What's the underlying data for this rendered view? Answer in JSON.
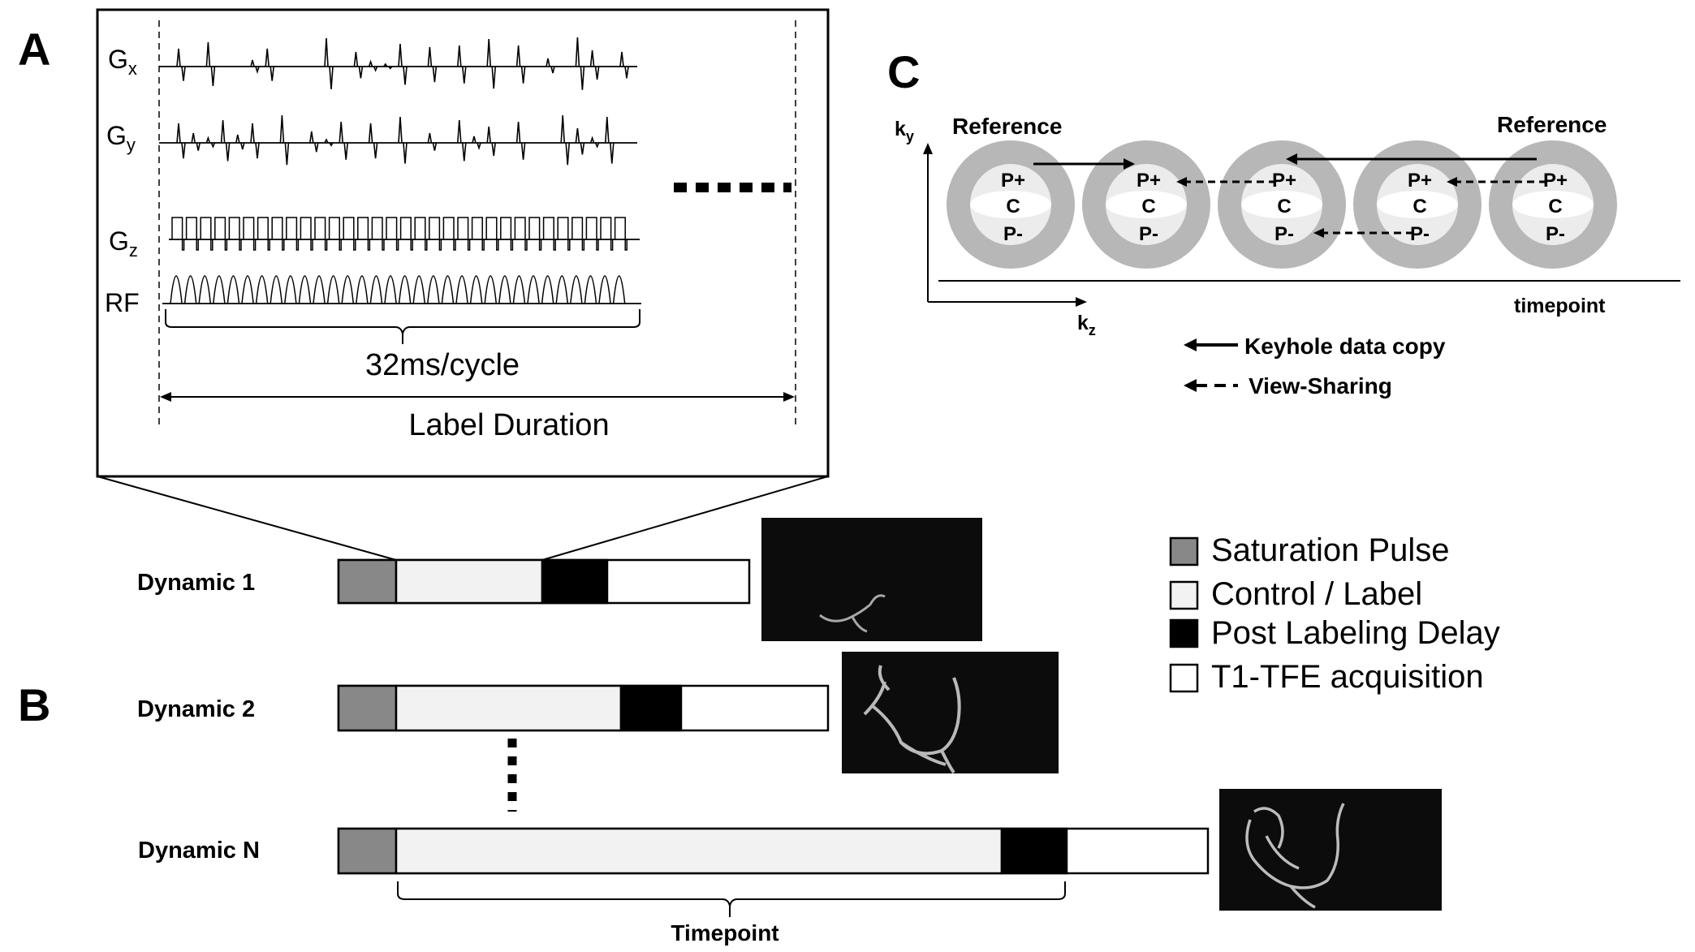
{
  "panels": {
    "a": "A",
    "b": "B",
    "c": "C"
  },
  "panel_a": {
    "gx": "G",
    "gx_sub": "x",
    "gy": "G",
    "gy_sub": "y",
    "gz": "G",
    "gz_sub": "z",
    "rf": "RF",
    "cycle_label": "32ms/cycle",
    "duration_label": "Label Duration"
  },
  "panel_b": {
    "dynamics": [
      {
        "label": "Dynamic 1",
        "label_fraction": 0.35
      },
      {
        "label": "Dynamic 2",
        "label_fraction": 0.47
      },
      {
        "label": "Dynamic N",
        "label_fraction": 0.7
      }
    ],
    "timepoint_label": "Timepoint"
  },
  "legend": [
    {
      "label": "Saturation Pulse",
      "color": "#888888"
    },
    {
      "label": "Control / Label",
      "color": "#f2f2f2"
    },
    {
      "label": "Post Labeling Delay",
      "color": "#000000"
    },
    {
      "label": "T1-TFE acquisition",
      "color": "#ffffff"
    }
  ],
  "panel_c": {
    "ky": "k",
    "ky_sub": "y",
    "kz": "k",
    "kz_sub": "z",
    "timepoint": "timepoint",
    "ref_left": "Reference",
    "ref_right": "Reference",
    "p_plus": "P+",
    "c": "C",
    "p_minus": "P-",
    "keyhole": "Keyhole data copy",
    "viewsharing": "View-Sharing"
  },
  "colors": {
    "saturation": "#888888",
    "control_label": "#f2f2f2",
    "pld": "#000000",
    "acquisition": "#ffffff",
    "ring": "#b7b7b7",
    "core": "#ffffff"
  }
}
